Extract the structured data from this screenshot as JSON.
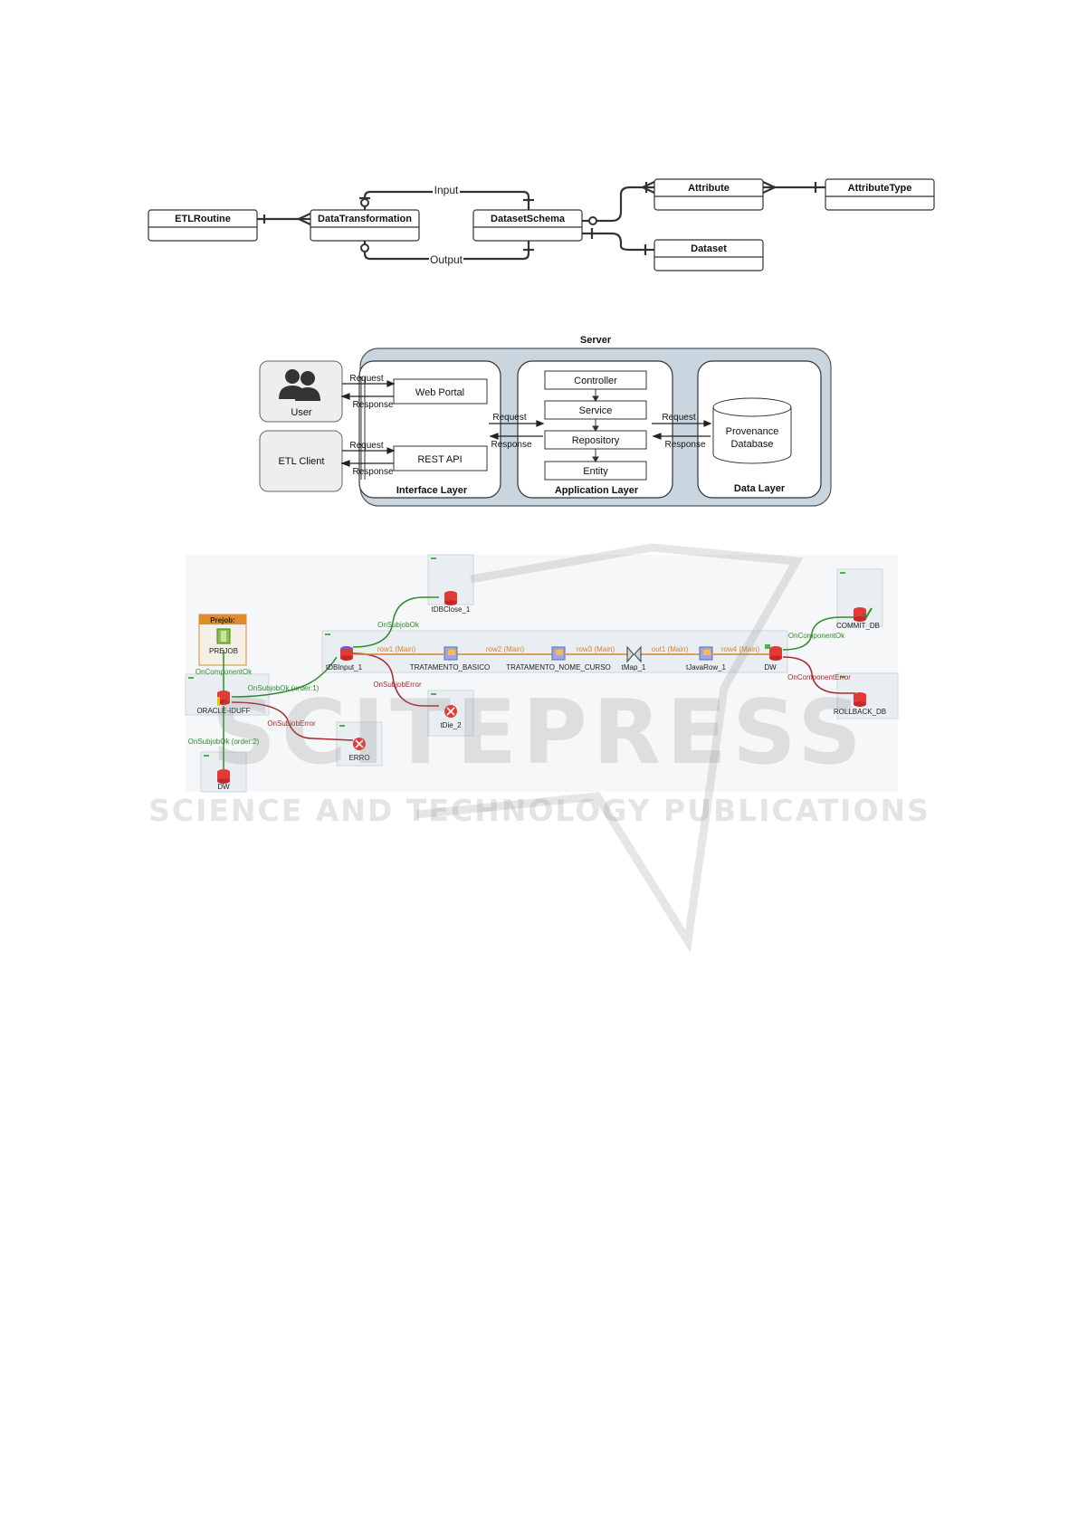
{
  "er_diagram": {
    "entities": {
      "etl_routine": "ETLRoutine",
      "data_transformation": "DataTransformation",
      "dataset_schema": "DatasetSchema",
      "attribute": "Attribute",
      "attribute_type": "AttributeType",
      "dataset": "Dataset"
    },
    "relations": {
      "input": "Input",
      "output": "Output"
    }
  },
  "architecture": {
    "server_title": "Server",
    "clients": {
      "user": "User",
      "etl_client": "ETL Client"
    },
    "interface_layer": {
      "title": "Interface Layer",
      "web_portal": "Web Portal",
      "rest_api": "REST API"
    },
    "application_layer": {
      "title": "Application Layer",
      "controller": "Controller",
      "service": "Service",
      "repository": "Repository",
      "entity": "Entity"
    },
    "data_layer": {
      "title": "Data Layer",
      "db_line1": "Provenance",
      "db_line2": "Database"
    },
    "arrows": {
      "request": "Request",
      "response": "Response"
    }
  },
  "etl_job": {
    "prejob_header": "Prejob:",
    "components": {
      "prejob": "PREJOB",
      "oracle": "ORACLE-IDUFF",
      "dw_left": "DW",
      "dbclose": "tDBClose_1",
      "dbinput": "tDBInput_1",
      "tratamento_basico": "TRATAMENTO_BASICO",
      "tratamento_nome_curso": "TRATAMENTO_NOME_CURSO",
      "tmap": "tMap_1",
      "tjavarow": "tJavaRow_1",
      "dw_right": "DW",
      "commit": "COMMIT_DB",
      "rollback": "ROLLBACK_DB",
      "tdie": "tDie_2",
      "erro": "ERRO"
    },
    "links": {
      "on_component_ok_left": "OnComponentOk",
      "on_subjob_ok_order1": "OnSubjobOk (order:1)",
      "on_subjob_ok_order2": "OnSubjobOk (order:2)",
      "on_subjob_error_left": "OnSubjobError",
      "on_subjob_ok_top": "OnSubjobOk",
      "on_subjob_error_mid": "OnSubjobError",
      "row1": "row1 (Main)",
      "row2": "row2 (Main)",
      "row3": "row3 (Main)",
      "out1": "out1 (Main)",
      "row4": "row4 (Main)",
      "on_component_ok_right": "OnComponentOk",
      "on_component_error_right": "OnComponentError"
    }
  },
  "watermark": {
    "line1": "SCITEPRESS",
    "line2": "SCIENCE AND TECHNOLOGY PUBLICATIONS"
  },
  "colors": {
    "ok_green": "#2e8b2e",
    "error_red": "#a52a2a",
    "row_orange": "#d9822b",
    "layer_blue": "#c9d6e0"
  }
}
